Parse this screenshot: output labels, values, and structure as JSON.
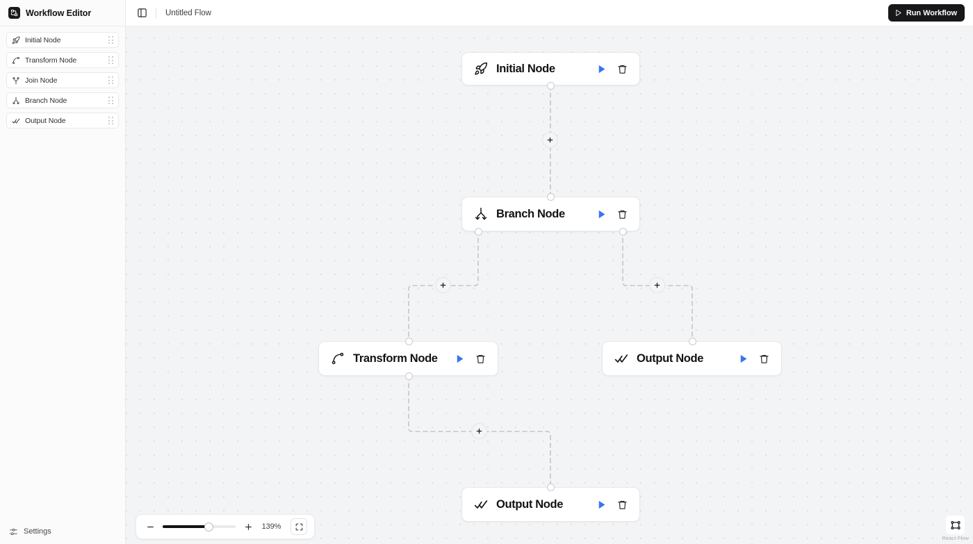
{
  "app": {
    "title": "Workflow Editor",
    "logo_icon": "workflow-logo-icon"
  },
  "sidebar": {
    "items": [
      {
        "label": "Initial Node",
        "icon": "rocket-icon"
      },
      {
        "label": "Transform Node",
        "icon": "curve-icon"
      },
      {
        "label": "Join Node",
        "icon": "merge-icon"
      },
      {
        "label": "Branch Node",
        "icon": "split-icon"
      },
      {
        "label": "Output Node",
        "icon": "double-check-icon"
      }
    ],
    "footer": {
      "label": "Settings",
      "icon": "sliders-icon"
    }
  },
  "topbar": {
    "panel_toggle_icon": "panel-left-icon",
    "flow_name": "Untitled Flow",
    "run_label": "Run Workflow",
    "run_icon": "play-icon"
  },
  "canvas": {
    "nodes": [
      {
        "id": "initial",
        "label": "Initial Node",
        "icon": "rocket-icon",
        "run_icon": "play-icon",
        "delete_icon": "trash-icon"
      },
      {
        "id": "branch",
        "label": "Branch Node",
        "icon": "split-icon",
        "run_icon": "play-icon",
        "delete_icon": "trash-icon"
      },
      {
        "id": "transform",
        "label": "Transform Node",
        "icon": "curve-icon",
        "run_icon": "play-icon",
        "delete_icon": "trash-icon"
      },
      {
        "id": "output1",
        "label": "Output Node",
        "icon": "double-check-icon",
        "run_icon": "play-icon",
        "delete_icon": "trash-icon"
      },
      {
        "id": "output2",
        "label": "Output Node",
        "icon": "double-check-icon",
        "run_icon": "play-icon",
        "delete_icon": "trash-icon"
      }
    ],
    "add_button_label": "+",
    "edge_color": "#c4c5ca",
    "accent_color": "#3b72f6"
  },
  "controls": {
    "zoom_out_label": "−",
    "zoom_in_label": "+",
    "zoom_percent": "139%",
    "fit_view_icon": "fit-view-icon",
    "slider_icon": "zoom-slider"
  },
  "attribution": {
    "text": "React Flow",
    "icon": "react-flow-icon"
  }
}
